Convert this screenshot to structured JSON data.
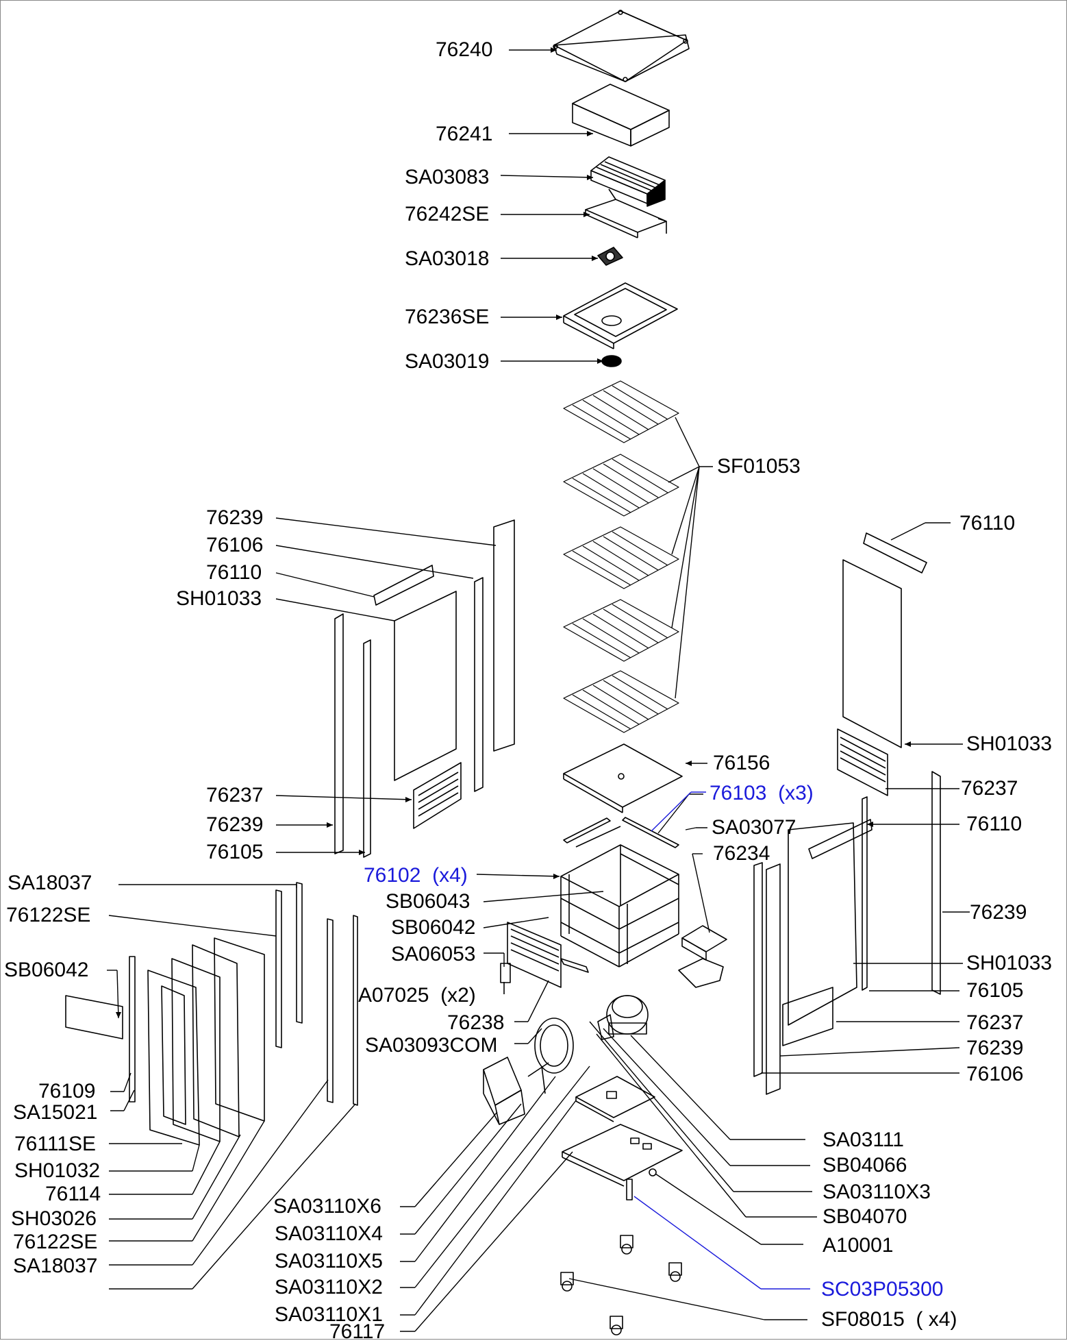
{
  "colors": {
    "ink": "#000000",
    "highlight": "#1a1adb"
  },
  "callouts": {
    "c76240": "76240",
    "c76241": "76241",
    "cSA03083": "SA03083",
    "c76242SE": "76242SE",
    "cSA03018": "SA03018",
    "c76236SE": "76236SE",
    "cSA03019": "SA03019",
    "cSF01053": "SF01053",
    "c76239_a": "76239",
    "c76106_a": "76106",
    "c76110_a": "76110",
    "cSH01033_a": "SH01033",
    "c76237_a": "76237",
    "c76239_b": "76239",
    "c76105_a": "76105",
    "c76110_r": "76110",
    "cSH01033_r": "SH01033",
    "c76156": "76156",
    "c76103": "76103  (x3)",
    "c76237_r": "76237",
    "cSA03077": "SA03077",
    "c76110_r2": "76110",
    "c76234": "76234",
    "c76102": "76102  (x4)",
    "cSB06043": "SB06043",
    "cSB06042_a": "SB06042",
    "cSA06053": "SA06053",
    "cA07025": "A07025  (x2)",
    "c76238": "76238",
    "cSA03093COM": "SA03093COM",
    "c76239_r": "76239",
    "cSH01033_r2": "SH01033",
    "c76105_r": "76105",
    "c76237_r2": "76237",
    "c76239_r2": "76239",
    "c76106_r": "76106",
    "cSA18037_a": "SA18037",
    "c76122SE_a": "76122SE",
    "cSB06042_l": "SB06042",
    "c76109": "76109",
    "cSA15021": "SA15021",
    "c76111SE": "76111SE",
    "cSH01032": "SH01032",
    "c76114": "76114",
    "cSH03026": "SH03026",
    "c76122SE_b": "76122SE",
    "cSA18037_b": "SA18037",
    "cSA03111": "SA03111",
    "cSB04066": "SB04066",
    "cSA03110X3": "SA03110X3",
    "cSB04070": "SB04070",
    "cA10001": "A10001",
    "cSC03P05300": "SC03P05300",
    "cSF08015": "SF08015  ( x4)",
    "cSA03110X6": "SA03110X6",
    "cSA03110X4": "SA03110X4",
    "cSA03110X5": "SA03110X5",
    "cSA03110X2": "SA03110X2",
    "cSA03110X1": "SA03110X1",
    "c76117": "76117"
  }
}
